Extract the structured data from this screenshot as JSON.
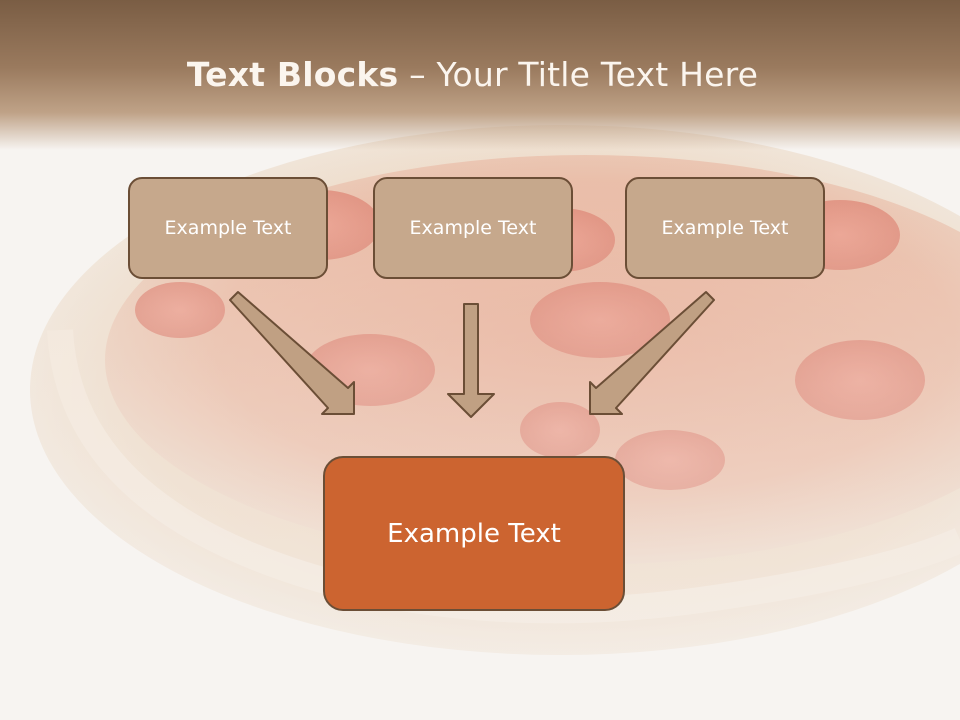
{
  "title": {
    "bold": "Text Blocks",
    "dash": " – ",
    "rest": "Your Title Text Here"
  },
  "blocks": {
    "top_left": "Example Text",
    "top_middle": "Example Text",
    "top_right": "Example Text",
    "bottom": "Example Text"
  },
  "colors": {
    "header": "#7a5d44",
    "box_fill": "#c6a88c",
    "box_border": "#6b4e36",
    "accent_box": "#cc6430",
    "arrow": "#c0a083"
  }
}
